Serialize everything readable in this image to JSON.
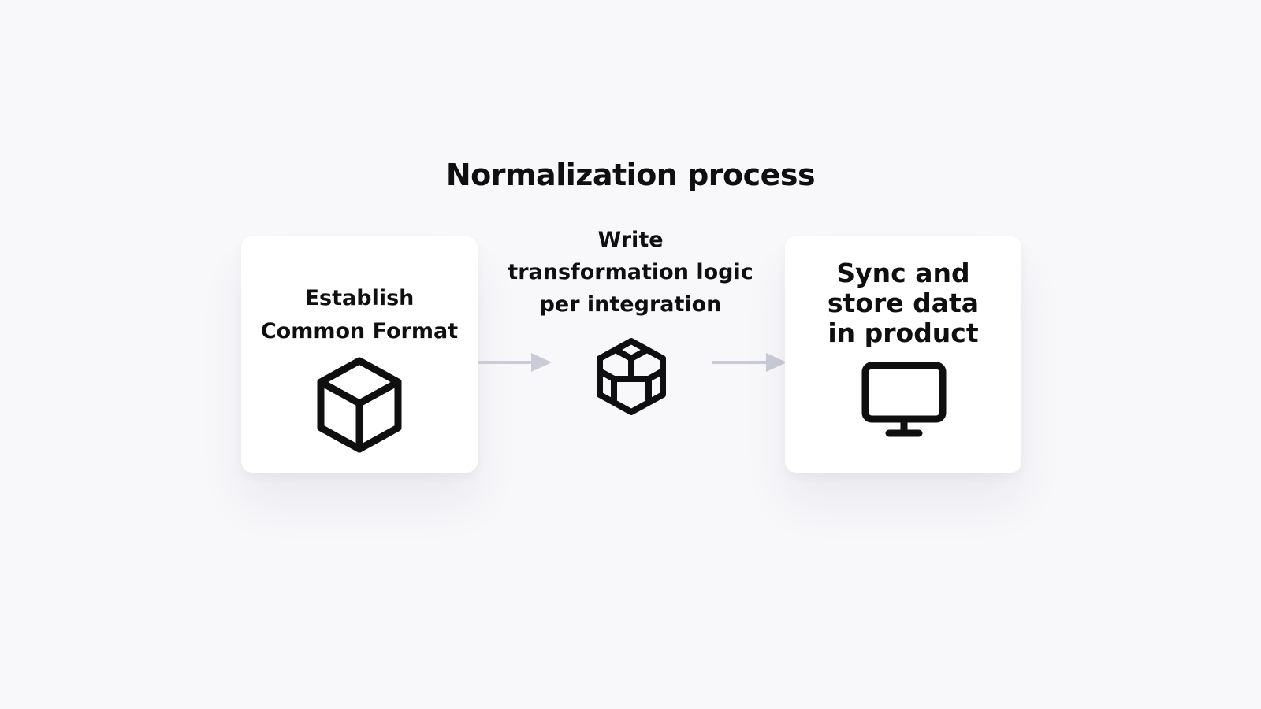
{
  "title": "Normalization process",
  "steps": [
    {
      "label": "Establish\nCommon Format",
      "icon": "cube-icon"
    },
    {
      "label": "Write\ntransformation logic\nper integration",
      "icon": "codesandbox-icon"
    },
    {
      "label": "Sync and\nstore data\nin product",
      "icon": "monitor-icon"
    }
  ],
  "colors": {
    "background": "#f8f7fa",
    "card": "#ffffff",
    "text": "#0f0f10",
    "arrow": "#c9cbd6"
  }
}
